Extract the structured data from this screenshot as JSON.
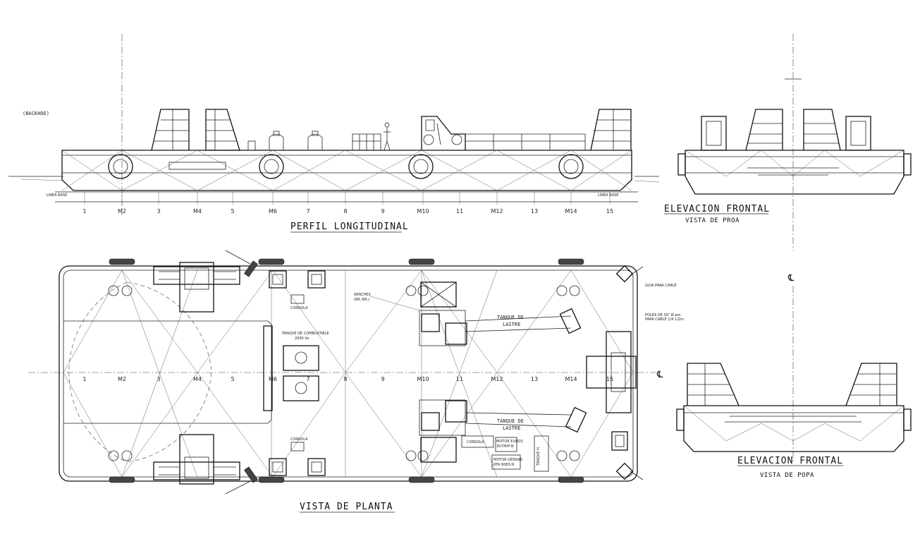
{
  "titles": {
    "perfil": "PERFIL LONGITUDINAL",
    "planta": "VISTA DE PLANTA",
    "elev_proa": "ELEVACION FRONTAL",
    "elev_proa_sub": "VISTA DE PROA",
    "elev_popa": "ELEVACION FRONTAL",
    "elev_popa_sub": "VISTA DE POPA"
  },
  "profile_labels": {
    "backhoe": "(BACKHOE)",
    "linea_base_left": "LINEA BASE",
    "linea_base_right": "LINEA BASE"
  },
  "frames": [
    "1",
    "M2",
    "3",
    "M4",
    "5",
    "M6",
    "7",
    "8",
    "9",
    "M10",
    "11",
    "M12",
    "13",
    "M14",
    "15"
  ],
  "plan_labels": {
    "consola_top": "CONSOLA",
    "consola_bottom": "CONSOLA",
    "winches": "WINCHES",
    "winches_sub": "(BR.-BR.)",
    "tanque_comb": "TANQUE DE COMBUSTIBLE",
    "tanque_comb_sub": "2000 lts.",
    "lastre_top_1": "TANQUE DE",
    "lastre_top_2": "LASTRE",
    "lastre_bot_1": "TANQUE DE",
    "lastre_bot_2": "LASTRE",
    "consola_mid": "CONSOLA",
    "motor_1": "MOTOR ELMOS",
    "motor_2": "3D7M/P-N",
    "motor_gen_1": "MOTOR GENSNS",
    "motor_gen_2": "RTA 6083-N",
    "tanque_h": "TANQUE H.",
    "guia_cable": "GUIA PARA CABLE",
    "polea_1": "POLEA DE 30\" Ø ext.",
    "polea_2": "PARA CABLE 1/4 1/2m.",
    "centerline": "℄",
    "centerline_top": "℄"
  }
}
